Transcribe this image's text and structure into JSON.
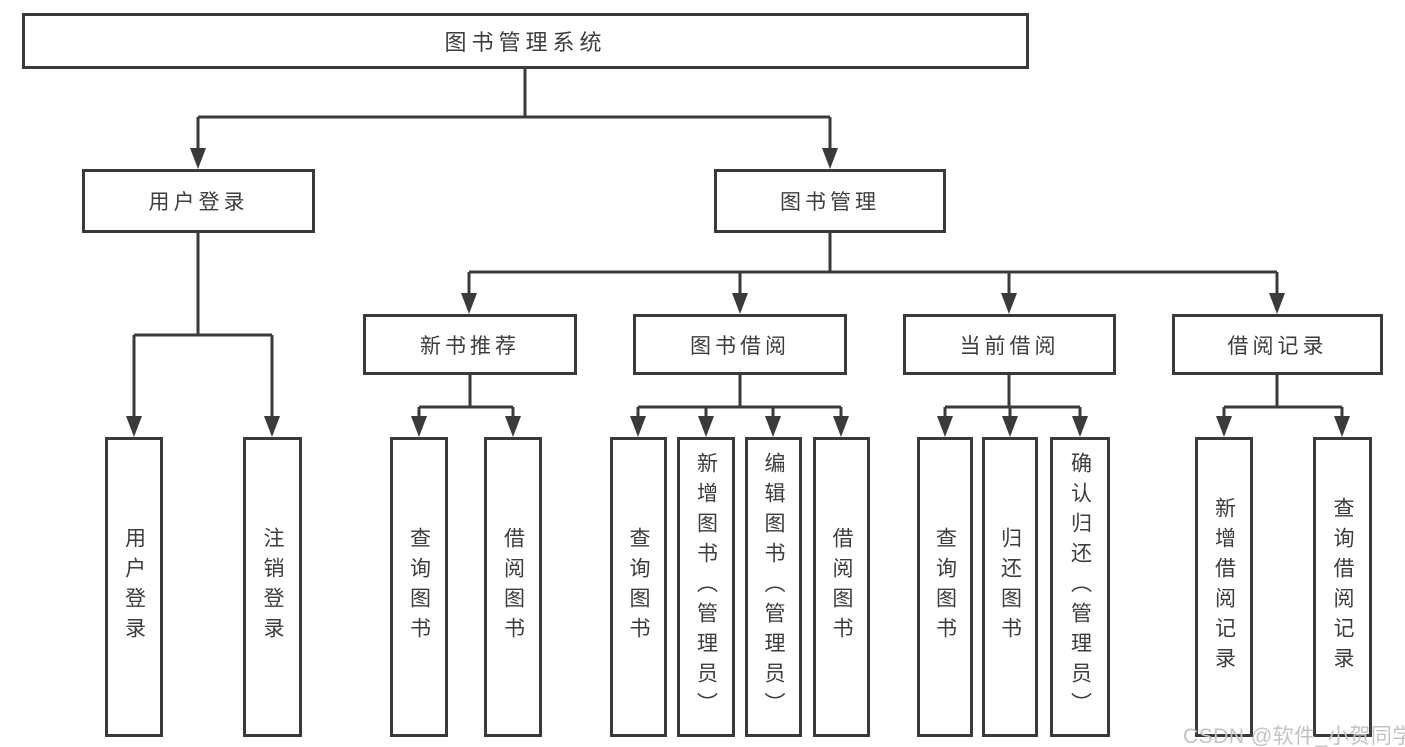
{
  "diagram": {
    "type": "hierarchy-tree",
    "colors": {
      "line": "#3a3a3a",
      "box_border": "#3a3a3a",
      "text": "#3d3d3d",
      "background": "#ffffff",
      "watermark": "#c3c3c3"
    },
    "tree": {
      "root": "图书管理系统",
      "children": [
        {
          "label": "用户登录",
          "children": [
            "用户登录",
            "注销登录"
          ]
        },
        {
          "label": "图书管理",
          "children": [
            {
              "label": "新书推荐",
              "children": [
                "查询图书",
                "借阅图书"
              ]
            },
            {
              "label": "图书借阅",
              "children": [
                "查询图书",
                "新增图书（管理员）",
                "编辑图书（管理员）",
                "借阅图书"
              ]
            },
            {
              "label": "当前借阅",
              "children": [
                "查询图书",
                "归还图书",
                "确认归还（管理员）"
              ]
            },
            {
              "label": "借阅记录",
              "children": [
                "新增借阅记录",
                "查询借阅记录"
              ]
            }
          ]
        }
      ]
    }
  },
  "nodes": {
    "root": "图书管理系统",
    "user_login": "用户登录",
    "book_mgmt": "图书管理",
    "new_rec": "新书推荐",
    "borrow": "图书借阅",
    "current": "当前借阅",
    "records": "借阅记录",
    "login_user": "用户登录",
    "login_logout": "注销登录",
    "rec_query": "查询图书",
    "rec_borrow": "借阅图书",
    "bor_query": "查询图书",
    "bor_add": "新增图书（管理员）",
    "bor_edit": "编辑图书（管理员）",
    "bor_borrow": "借阅图书",
    "cur_query": "查询图书",
    "cur_return": "归还图书",
    "cur_confirm": "确认归还（管理员）",
    "rcd_add": "新增借阅记录",
    "rcd_query": "查询借阅记录"
  },
  "watermark": "CSDN @软件_小贺同学"
}
